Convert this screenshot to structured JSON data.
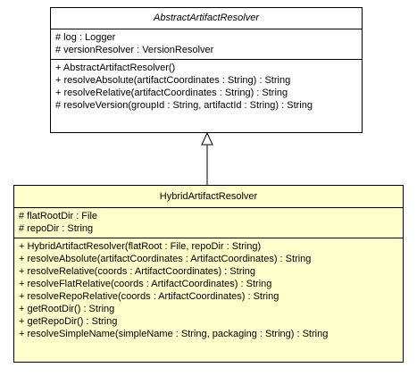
{
  "classes": {
    "abstract": {
      "name": "AbstractArtifactResolver",
      "attributes": [
        "# log : Logger",
        "# versionResolver : VersionResolver"
      ],
      "operations": [
        "+ AbstractArtifactResolver()",
        "+ resolveAbsolute(artifactCoordinates : String) : String",
        "+ resolveRelative(artifactCoordinates : String) : String",
        "# resolveVersion(groupId : String, artifactId : String) : String"
      ]
    },
    "hybrid": {
      "name": "HybridArtifactResolver",
      "attributes": [
        "# flatRootDir : File",
        "# repoDir : String"
      ],
      "operations": [
        "+ HybridArtifactResolver(flatRoot : File, repoDir : String)",
        "+ resolveAbsolute(artifactCoordinates : ArtifactCoordinates) : String",
        "+ resolveRelative(coords : ArtifactCoordinates) : String",
        "+ resolveFlatRelative(coords : ArtifactCoordinates) : String",
        "+ resolveRepoRelative(coords : ArtifactCoordinates) : String",
        "+ getRootDir() : String",
        "+ getRepoDir() : String",
        "+ resolveSimpleName(simpleName : String, packaging : String) : String"
      ]
    }
  },
  "relationship": {
    "type": "generalization",
    "from": "hybrid",
    "to": "abstract"
  },
  "colors": {
    "abstract_fill": "#ffffff",
    "hybrid_fill": "#ffffcc",
    "border": "#000000"
  }
}
